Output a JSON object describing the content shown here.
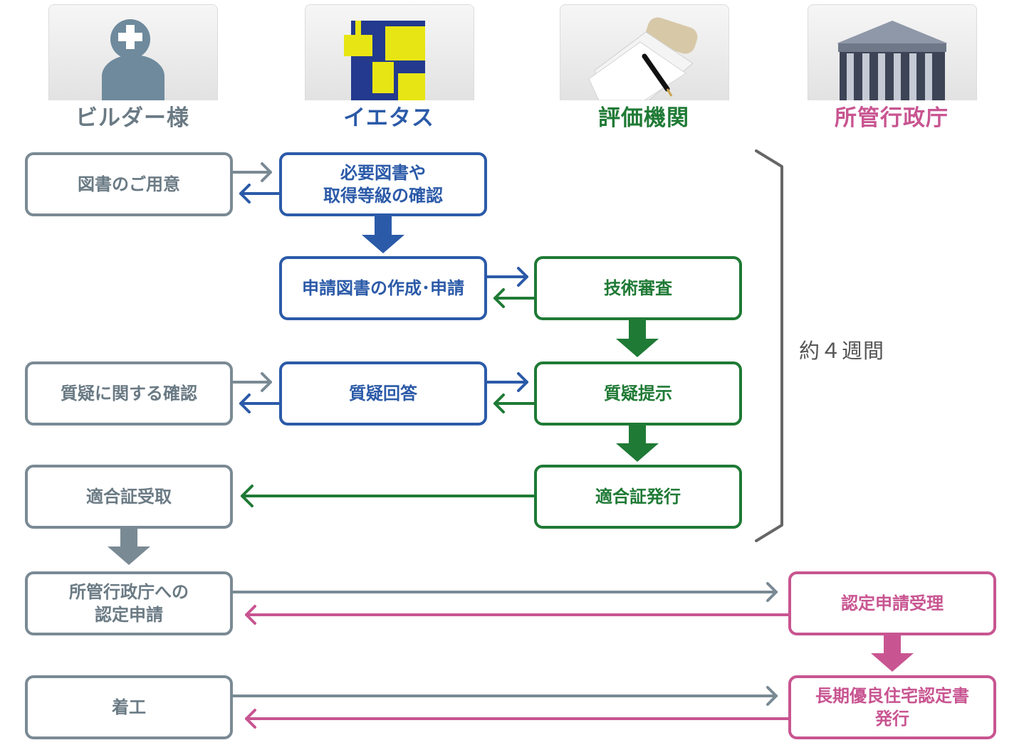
{
  "columns": [
    {
      "name": "ビルダー様",
      "color": "#7a8a94",
      "icon": "builder-person-icon"
    },
    {
      "name": "イエタス",
      "color": "#2b5aa8",
      "icon": "ietasu-logo-icon"
    },
    {
      "name": "評価機関",
      "color": "#1f7a35",
      "icon": "document-pen-icon"
    },
    {
      "name": "所管行政庁",
      "color": "#c85591",
      "icon": "government-building-icon"
    }
  ],
  "steps": {
    "prepare_docs": "図書のご用意",
    "check_docs": "必要図書や\n取得等級の確認",
    "create_apply": "申請図書の作成･申請",
    "tech_review": "技術審査",
    "question_confirm": "質疑に関する確認",
    "question_answer": "質疑回答",
    "question_present": "質疑提示",
    "cert_receive": "適合証受取",
    "cert_issue": "適合証発行",
    "gov_apply": "所管行政庁への\n認定申請",
    "gov_accept": "認定申請受理",
    "construction_start": "着工",
    "cert_long_life": "長期優良住宅認定書\n発行"
  },
  "duration_label": "約４週間"
}
